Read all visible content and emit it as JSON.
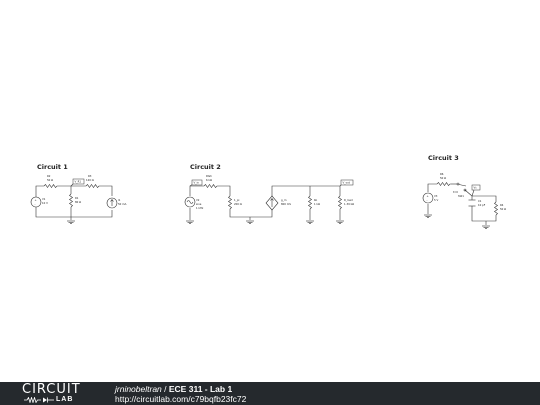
{
  "circuits": [
    {
      "title": "Circuit 1",
      "components": [
        {
          "name": "V1",
          "value": "10 V"
        },
        {
          "name": "R2",
          "value": "50 Ω"
        },
        {
          "name": "R1",
          "value": "80 Ω"
        },
        {
          "name": "R3",
          "value": "120 Ω"
        },
        {
          "name": "I1",
          "value": "50 mA"
        }
      ],
      "probes": [
        "V_R1"
      ]
    },
    {
      "title": "Circuit 2",
      "components": [
        {
          "name": "Rtsh",
          "value": "6 kΩ"
        },
        {
          "name": "V2",
          "value": "sine",
          "extra": "1 kHz"
        },
        {
          "name": "1_pi",
          "value": "200 Ω"
        },
        {
          "name": "g_m",
          "value": "800 mS"
        },
        {
          "name": "Ro",
          "value": "1 kΩ"
        },
        {
          "name": "R_load",
          "value": "1.39 kΩ"
        }
      ],
      "probes": [
        "V_in",
        "V_out"
      ]
    },
    {
      "title": "Circuit 3",
      "components": [
        {
          "name": "R6",
          "value": "50 Ω"
        },
        {
          "name": "V3",
          "value": "5 V"
        },
        {
          "name": "t=0",
          "value": "SW1"
        },
        {
          "name": "C1",
          "value": "10 pF"
        },
        {
          "name": "R4",
          "value": "50 Ω"
        }
      ],
      "probes": [
        "Vc"
      ]
    }
  ],
  "footer": {
    "logo_top": "CIRCUIT",
    "logo_bottom": "LAB",
    "user": "jrninobeltran",
    "separator": " / ",
    "project": "ECE 311 - Lab 1",
    "url": "http://circuitlab.com/c79bqfb23fc72"
  }
}
